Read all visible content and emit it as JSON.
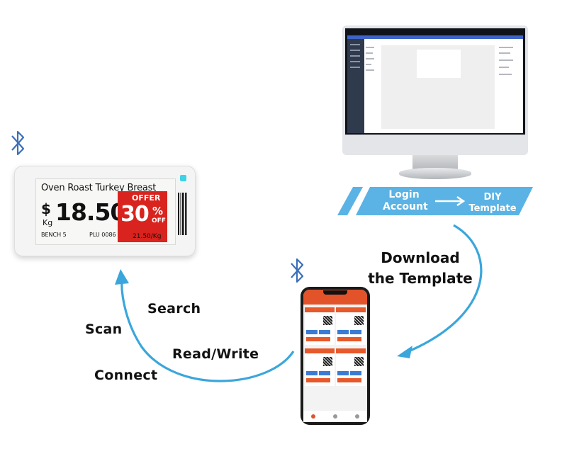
{
  "esl": {
    "product": "Oven Roast Turkey Breast",
    "currency": "$",
    "unit": "Kg",
    "price": "18.50",
    "offer_label": "OFFER",
    "discount_number": "30",
    "discount_percent": "%",
    "discount_off": "OFF",
    "price_per_kg": "21.50/Kg",
    "bench": "BENCH 5",
    "plu": "PLU 0086"
  },
  "banner": {
    "step1": "Login\nAccount",
    "step2": "DIY\nTemplate"
  },
  "steps": {
    "download": "Download\nthe Template",
    "search": "Search",
    "scan": "Scan",
    "read_write": "Read/Write",
    "connect": "Connect"
  },
  "icons": {
    "bluetooth": "bluetooth-icon",
    "arrow": "arrow-right-icon"
  },
  "colors": {
    "flow_arrow": "#3aa6dc",
    "banner": "#5ab3e4",
    "offer_red": "#d9231e",
    "bluetooth": "#3b6fb8"
  }
}
